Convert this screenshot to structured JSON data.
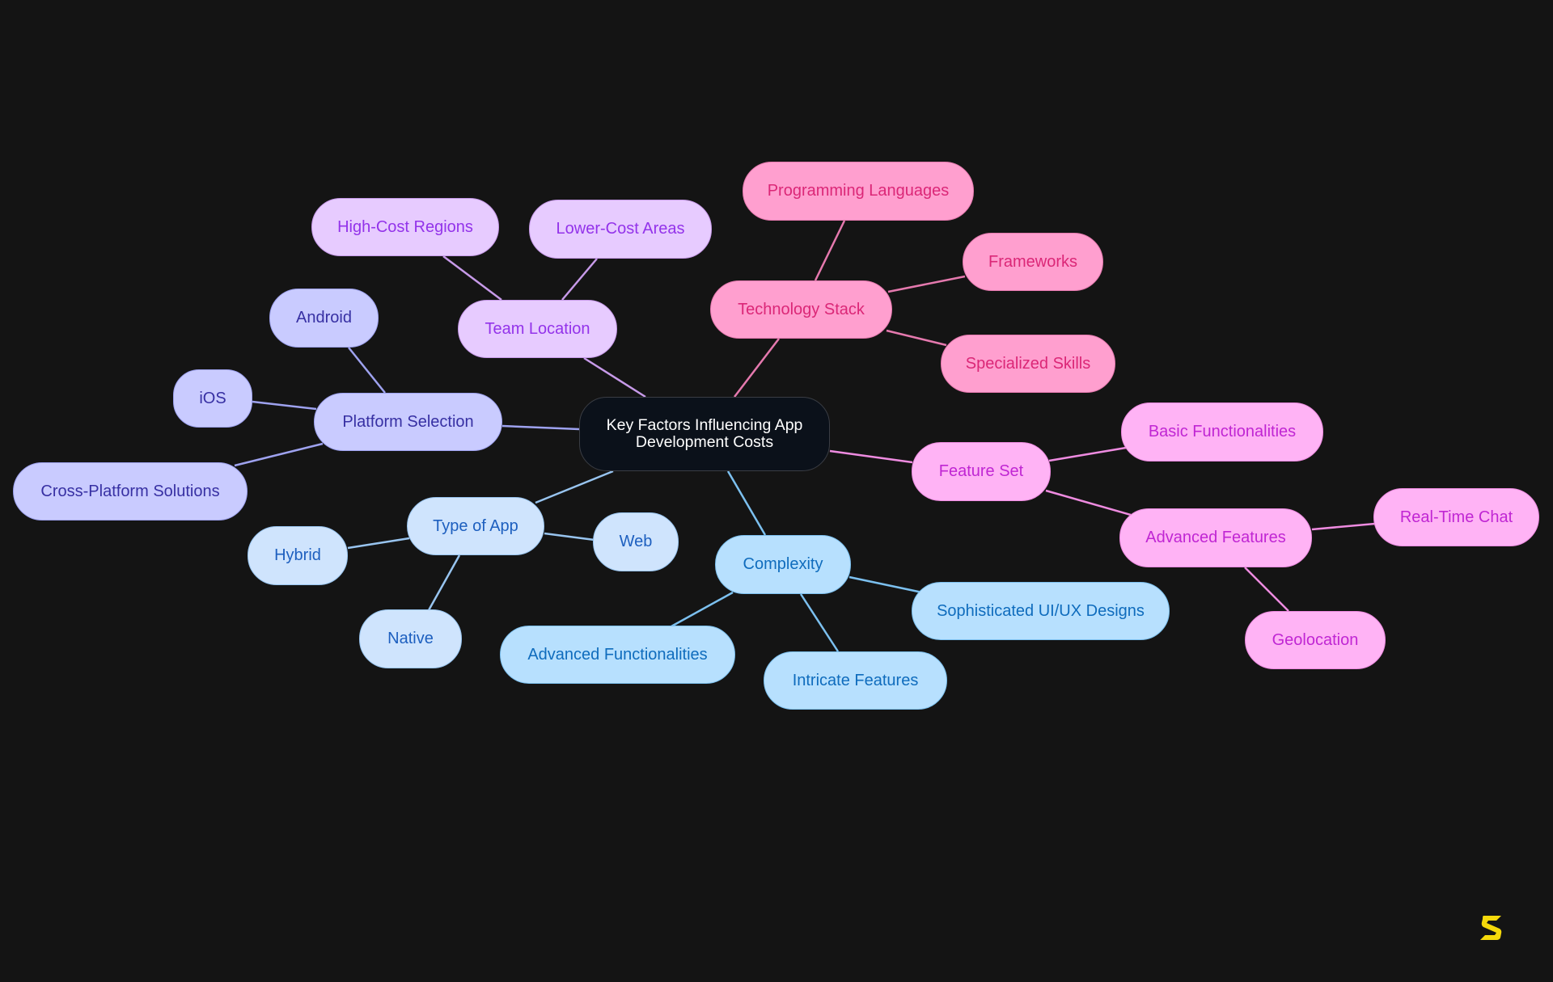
{
  "title": "Key Factors Influencing App Development Costs",
  "colors": {
    "background": "#141414",
    "team_location": "#c79ae9",
    "technology_stack": "#e579ae",
    "feature_set": "#ee8be0",
    "platform_selection": "#9ea2ef",
    "type_of_app": "#98c4ef",
    "complexity": "#7cc0ef",
    "logo": "#f5d90a"
  },
  "center": {
    "label": "Key Factors Influencing App Development Costs"
  },
  "branches": {
    "team_location": {
      "label": "Team Location",
      "children": [
        "High-Cost Regions",
        "Lower-Cost Areas"
      ]
    },
    "technology_stack": {
      "label": "Technology Stack",
      "children": [
        "Programming Languages",
        "Frameworks",
        "Specialized Skills"
      ]
    },
    "feature_set": {
      "label": "Feature Set",
      "children": [
        "Basic Functionalities",
        "Advanced Features"
      ],
      "advanced_features_children": [
        "Real-Time Chat",
        "Geolocation"
      ]
    },
    "platform_selection": {
      "label": "Platform Selection",
      "children": [
        "Android",
        "iOS",
        "Cross-Platform Solutions"
      ]
    },
    "type_of_app": {
      "label": "Type of App",
      "children": [
        "Hybrid",
        "Web",
        "Native"
      ]
    },
    "complexity": {
      "label": "Complexity",
      "children": [
        "Sophisticated UI/UX Designs",
        "Advanced Functionalities",
        "Intricate Features"
      ]
    }
  },
  "logo": {
    "icon": "s-logo-icon"
  }
}
